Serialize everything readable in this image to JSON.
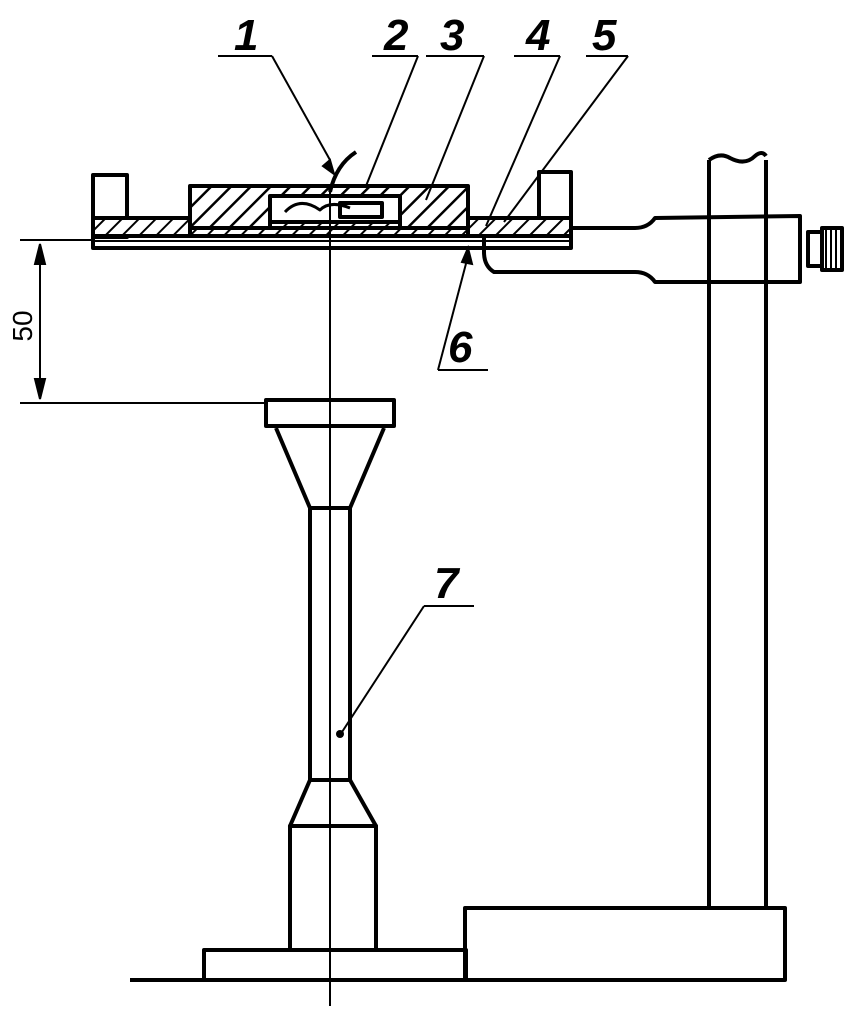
{
  "callouts": [
    {
      "id": "1",
      "text": "1"
    },
    {
      "id": "2",
      "text": "2"
    },
    {
      "id": "3",
      "text": "3"
    },
    {
      "id": "4",
      "text": "4"
    },
    {
      "id": "5",
      "text": "5"
    },
    {
      "id": "6",
      "text": "6"
    },
    {
      "id": "7",
      "text": "7"
    }
  ],
  "dimension": {
    "value": "50"
  },
  "colors": {
    "ink": "#000000",
    "paper": "#ffffff"
  }
}
